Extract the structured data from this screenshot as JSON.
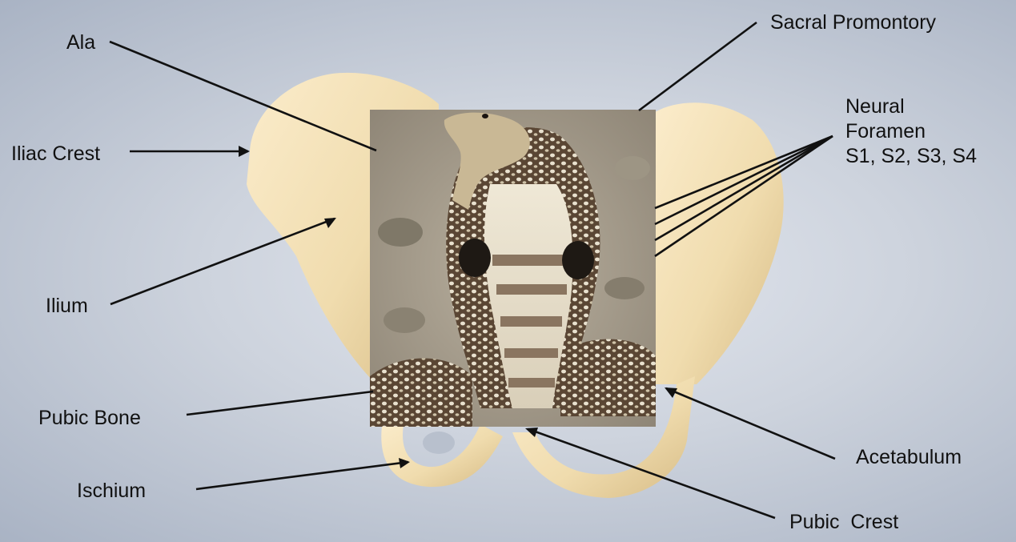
{
  "labels": {
    "ala": "Ala",
    "sacral_promontory": "Sacral Promontory",
    "iliac_crest": "Iliac Crest",
    "neural_foramen": [
      "Neural",
      "Foramen",
      "S1, S2, S3, S4"
    ],
    "ilium": "Ilium",
    "pubic_bone": "Pubic Bone",
    "acetabulum": "Acetabulum",
    "ischium": "Ischium",
    "pubic_crest": "Pubic  Crest"
  },
  "colors": {
    "bone": "#f0dcae",
    "bone_shade": "#d6bb85",
    "leader_line": "#111111",
    "photo_sand": "#a89f8e",
    "snake_dark": "#4a3a2c",
    "snake_light": "#ece6d6"
  },
  "overlay_photo": "cobra-photo"
}
